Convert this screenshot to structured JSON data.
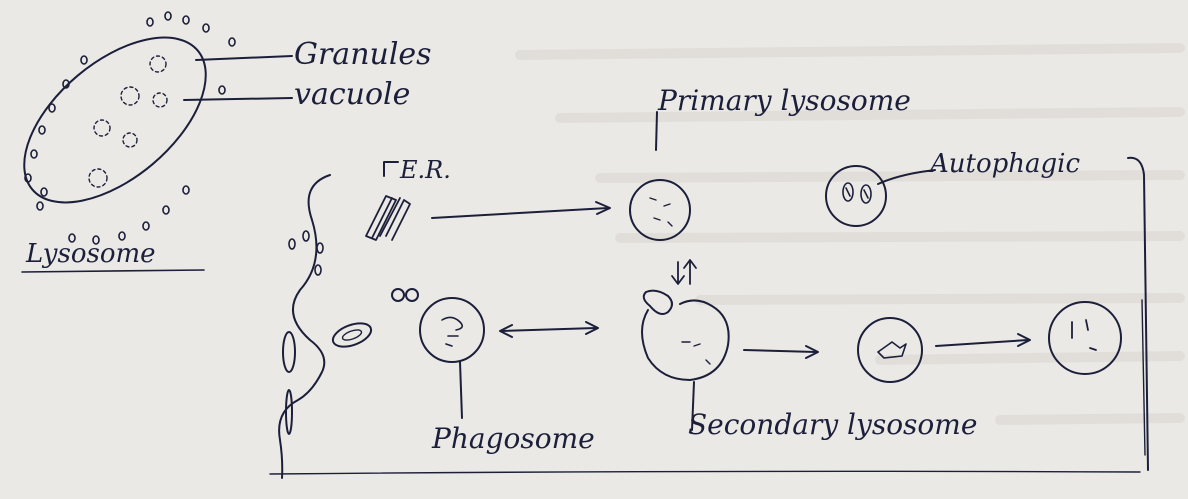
{
  "labels": {
    "granules": "Granules",
    "vacuole": "vacuole",
    "lysosome": "Lysosome",
    "er": "E.R.",
    "primary_lysosome": "Primary lysosome",
    "autophagic": "Autophagic",
    "phagosome": "Phagosome",
    "secondary_lysosome": "Secondary lysosome"
  },
  "colors": {
    "ink": "#1c1f3a",
    "paper": "#ebe9e6",
    "faint_text": "#d6d3cf"
  }
}
